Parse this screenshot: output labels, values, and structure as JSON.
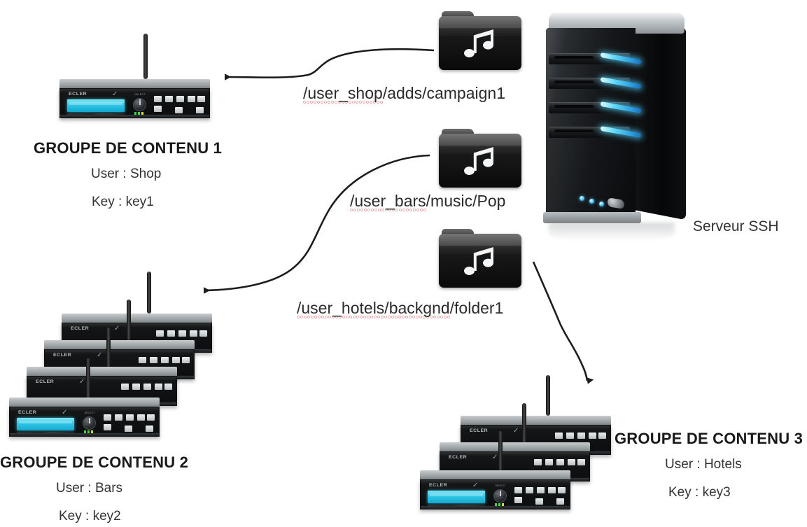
{
  "diagram": {
    "background_color": "#ffffff",
    "server": {
      "label": "Serveur SSH",
      "icon_name": "server-tower-icon"
    },
    "transfers": [
      {
        "folder_icon": "music-folder-icon",
        "path": "/user_shop/adds/campaign1",
        "path_misspelled_part": "/user_shop",
        "path_rest": "/adds/campaign1",
        "target_group": "GROUPE DE CONTENU 1"
      },
      {
        "folder_icon": "music-folder-icon",
        "path": "/user_bars/music/Pop",
        "path_misspelled_part": "/user_bars",
        "path_rest": "/music/Pop",
        "target_group": "GROUPE DE CONTENU 2"
      },
      {
        "folder_icon": "music-folder-icon",
        "path": "/user_hotels/backgnd/folder1",
        "path_misspelled_part": "/user_hotels/backgnd",
        "path_rest": "/folder1",
        "target_group": "GROUPE DE CONTENU 3"
      }
    ],
    "groups": [
      {
        "title": "GROUPE DE CONTENU 1",
        "user_line": "User : Shop",
        "key_line": "Key : key1",
        "device_count": 1,
        "device_icon": "audio-player-device-icon"
      },
      {
        "title": "GROUPE DE CONTENU 2",
        "user_line": "User : Bars",
        "key_line": "Key : key2",
        "device_count": 4,
        "device_icon": "audio-player-device-icon"
      },
      {
        "title": "GROUPE DE CONTENU 3",
        "user_line": "User : Hotels",
        "key_line": "Key : key3",
        "device_count": 3,
        "device_icon": "audio-player-device-icon"
      }
    ],
    "colors": {
      "accent_led": "#3fc9ef",
      "lcd": "#2fc6e6",
      "arrow": "#1d1d1d",
      "text": "#1a1a1a",
      "spellcheck_underline": "#d65a5a"
    }
  }
}
